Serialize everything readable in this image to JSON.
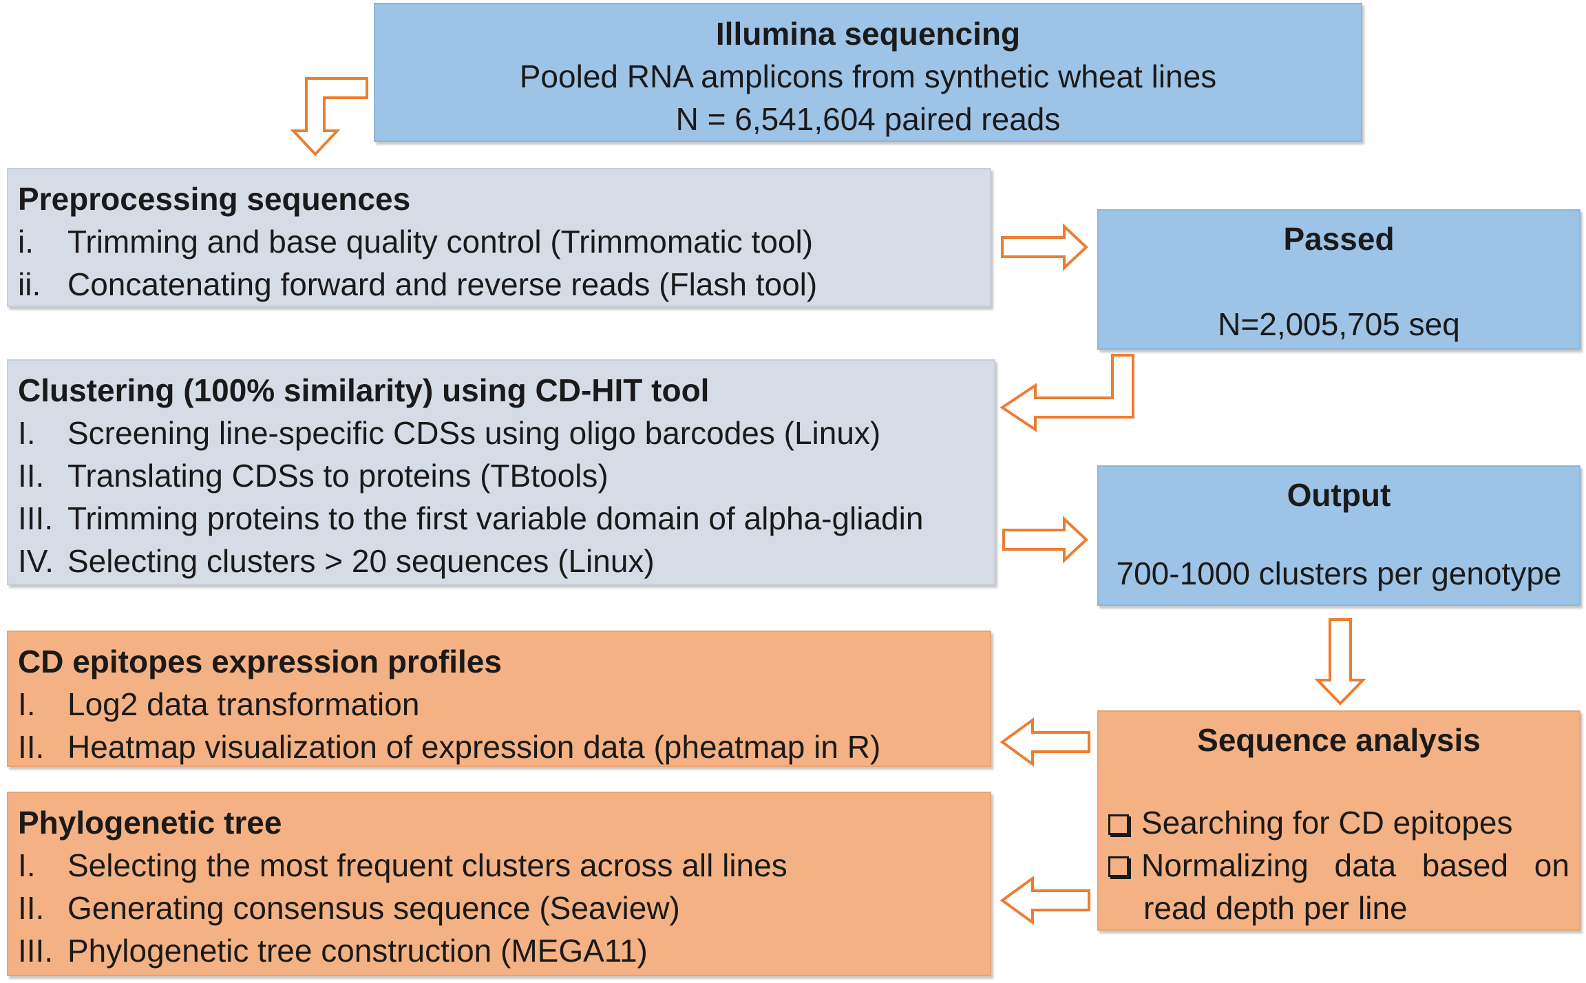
{
  "illumina": {
    "title": "Illumina sequencing",
    "line1": "Pooled RNA amplicons from synthetic wheat lines",
    "line2": "N = 6,541,604 paired reads"
  },
  "preprocessing": {
    "title": "Preprocessing sequences",
    "items": [
      {
        "num": "i.",
        "text": "Trimming and base quality control (Trimmomatic tool)"
      },
      {
        "num": "ii.",
        "text": "Concatenating forward and reverse reads (Flash tool)"
      }
    ]
  },
  "passed": {
    "title": "Passed",
    "value": "N=2,005,705 seq"
  },
  "clustering": {
    "title": "Clustering (100% similarity) using CD-HIT tool",
    "items": [
      {
        "num": "I.",
        "text": "Screening line-specific CDSs using oligo barcodes (Linux)"
      },
      {
        "num": "II.",
        "text": "Translating CDSs to proteins (TBtools)"
      },
      {
        "num": "III.",
        "text": "Trimming proteins to the first variable domain of alpha-gliadin"
      },
      {
        "num": "IV.",
        "text": "Selecting clusters > 20 sequences (Linux)"
      }
    ]
  },
  "output": {
    "title": "Output",
    "value": "700-1000 clusters per genotype"
  },
  "expression": {
    "title": "CD epitopes expression profiles",
    "items": [
      {
        "num": "I.",
        "text": "Log2 data transformation"
      },
      {
        "num": "II.",
        "text": "Heatmap visualization of expression data (pheatmap in R)"
      }
    ]
  },
  "analysis": {
    "title": "Sequence analysis",
    "items": [
      "Searching for CD epitopes",
      "Normalizing data based on",
      "read depth per line"
    ],
    "item2_words": [
      "Normalizing",
      "data",
      "based",
      "on"
    ]
  },
  "phylo": {
    "title": "Phylogenetic tree",
    "items": [
      {
        "num": "I.",
        "text": "Selecting the most frequent clusters across all lines"
      },
      {
        "num": "II.",
        "text": "Generating consensus sequence (Seaview)"
      },
      {
        "num": "III.",
        "text": "Phylogenetic tree construction (MEGA11)"
      }
    ]
  },
  "colors": {
    "blue": "#9dc3e6",
    "grey": "#d6dce5",
    "orange": "#f4b183",
    "arrow": "#ed7d31"
  }
}
